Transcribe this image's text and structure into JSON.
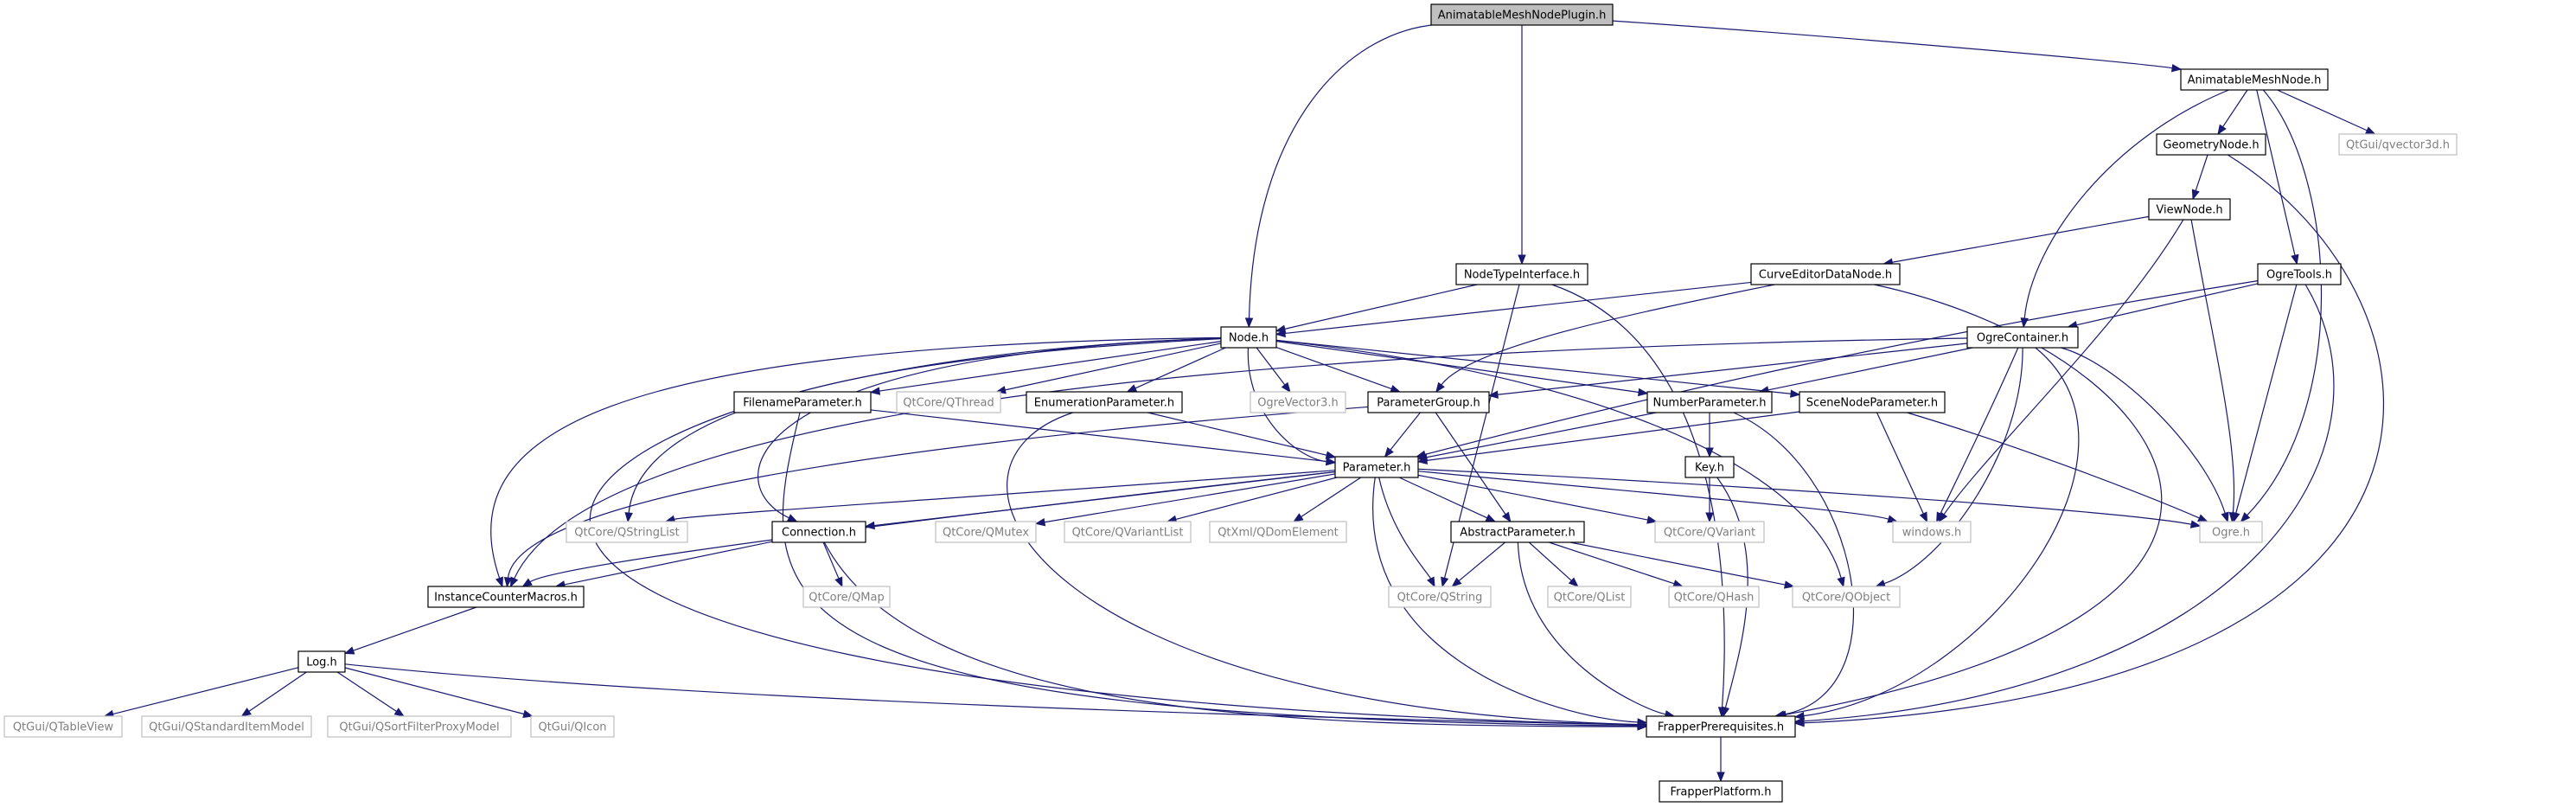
{
  "diagram": {
    "colors": {
      "edge": "#191970",
      "root_fill": "#bfbfbf",
      "node_border": "#000000",
      "external_border": "#bfbfbf",
      "external_text": "#7f7f7f"
    },
    "nodes": [
      {
        "id": "AnimatableMeshNodePlugin.h",
        "label": "AnimatableMeshNodePlugin.h",
        "kind": "root"
      },
      {
        "id": "AnimatableMeshNode.h",
        "label": "AnimatableMeshNode.h",
        "kind": "local"
      },
      {
        "id": "GeometryNode.h",
        "label": "GeometryNode.h",
        "kind": "local"
      },
      {
        "id": "QtGui/qvector3d.h",
        "label": "QtGui/qvector3d.h",
        "kind": "external"
      },
      {
        "id": "ViewNode.h",
        "label": "ViewNode.h",
        "kind": "local"
      },
      {
        "id": "OgreTools.h",
        "label": "OgreTools.h",
        "kind": "local"
      },
      {
        "id": "NodeTypeInterface.h",
        "label": "NodeTypeInterface.h",
        "kind": "local"
      },
      {
        "id": "CurveEditorDataNode.h",
        "label": "CurveEditorDataNode.h",
        "kind": "local"
      },
      {
        "id": "Node.h",
        "label": "Node.h",
        "kind": "local"
      },
      {
        "id": "OgreContainer.h",
        "label": "OgreContainer.h",
        "kind": "local"
      },
      {
        "id": "FilenameParameter.h",
        "label": "FilenameParameter.h",
        "kind": "local"
      },
      {
        "id": "QtCore/QThread",
        "label": "QtCore/QThread",
        "kind": "external"
      },
      {
        "id": "EnumerationParameter.h",
        "label": "EnumerationParameter.h",
        "kind": "local"
      },
      {
        "id": "OgreVector3.h",
        "label": "OgreVector3.h",
        "kind": "external"
      },
      {
        "id": "ParameterGroup.h",
        "label": "ParameterGroup.h",
        "kind": "local"
      },
      {
        "id": "NumberParameter.h",
        "label": "NumberParameter.h",
        "kind": "local"
      },
      {
        "id": "SceneNodeParameter.h",
        "label": "SceneNodeParameter.h",
        "kind": "local"
      },
      {
        "id": "Parameter.h",
        "label": "Parameter.h",
        "kind": "local"
      },
      {
        "id": "Key.h",
        "label": "Key.h",
        "kind": "local"
      },
      {
        "id": "QtCore/QStringList",
        "label": "QtCore/QStringList",
        "kind": "external"
      },
      {
        "id": "Connection.h",
        "label": "Connection.h",
        "kind": "local"
      },
      {
        "id": "QtCore/QMutex",
        "label": "QtCore/QMutex",
        "kind": "external"
      },
      {
        "id": "QtCore/QVariantList",
        "label": "QtCore/QVariantList",
        "kind": "external"
      },
      {
        "id": "QtXml/QDomElement",
        "label": "QtXml/QDomElement",
        "kind": "external"
      },
      {
        "id": "AbstractParameter.h",
        "label": "AbstractParameter.h",
        "kind": "local"
      },
      {
        "id": "QtCore/QVariant",
        "label": "QtCore/QVariant",
        "kind": "external"
      },
      {
        "id": "windows.h",
        "label": "windows.h",
        "kind": "external"
      },
      {
        "id": "Ogre.h",
        "label": "Ogre.h",
        "kind": "external"
      },
      {
        "id": "InstanceCounterMacros.h",
        "label": "InstanceCounterMacros.h",
        "kind": "local"
      },
      {
        "id": "QtCore/QMap",
        "label": "QtCore/QMap",
        "kind": "external"
      },
      {
        "id": "QtCore/QString",
        "label": "QtCore/QString",
        "kind": "external"
      },
      {
        "id": "QtCore/QList",
        "label": "QtCore/QList",
        "kind": "external"
      },
      {
        "id": "QtCore/QHash",
        "label": "QtCore/QHash",
        "kind": "external"
      },
      {
        "id": "QtCore/QObject",
        "label": "QtCore/QObject",
        "kind": "external"
      },
      {
        "id": "Log.h",
        "label": "Log.h",
        "kind": "local"
      },
      {
        "id": "QtGui/QTableView",
        "label": "QtGui/QTableView",
        "kind": "external"
      },
      {
        "id": "QtGui/QStandardItemModel",
        "label": "QtGui/QStandardItemModel",
        "kind": "external"
      },
      {
        "id": "QtGui/QSortFilterProxyModel",
        "label": "QtGui/QSortFilterProxyModel",
        "kind": "external"
      },
      {
        "id": "QtGui/QIcon",
        "label": "QtGui/QIcon",
        "kind": "external"
      },
      {
        "id": "FrapperPrerequisites.h",
        "label": "FrapperPrerequisites.h",
        "kind": "local"
      },
      {
        "id": "FrapperPlatform.h",
        "label": "FrapperPlatform.h",
        "kind": "local"
      }
    ],
    "edges": [
      [
        "AnimatableMeshNodePlugin.h",
        "Node.h"
      ],
      [
        "AnimatableMeshNodePlugin.h",
        "NodeTypeInterface.h"
      ],
      [
        "AnimatableMeshNodePlugin.h",
        "AnimatableMeshNode.h"
      ],
      [
        "AnimatableMeshNode.h",
        "GeometryNode.h"
      ],
      [
        "AnimatableMeshNode.h",
        "QtGui/qvector3d.h"
      ],
      [
        "AnimatableMeshNode.h",
        "OgreTools.h"
      ],
      [
        "AnimatableMeshNode.h",
        "OgreContainer.h"
      ],
      [
        "AnimatableMeshNode.h",
        "Ogre.h"
      ],
      [
        "GeometryNode.h",
        "ViewNode.h"
      ],
      [
        "GeometryNode.h",
        "FrapperPrerequisites.h"
      ],
      [
        "ViewNode.h",
        "CurveEditorDataNode.h"
      ],
      [
        "ViewNode.h",
        "windows.h"
      ],
      [
        "ViewNode.h",
        "Ogre.h"
      ],
      [
        "OgreTools.h",
        "OgreContainer.h"
      ],
      [
        "OgreTools.h",
        "Parameter.h"
      ],
      [
        "OgreTools.h",
        "Ogre.h"
      ],
      [
        "OgreTools.h",
        "FrapperPrerequisites.h"
      ],
      [
        "NodeTypeInterface.h",
        "Node.h"
      ],
      [
        "NodeTypeInterface.h",
        "QtCore/QString"
      ],
      [
        "NodeTypeInterface.h",
        "FrapperPrerequisites.h"
      ],
      [
        "CurveEditorDataNode.h",
        "Node.h"
      ],
      [
        "CurveEditorDataNode.h",
        "ParameterGroup.h"
      ],
      [
        "CurveEditorDataNode.h",
        "FrapperPrerequisites.h"
      ],
      [
        "OgreContainer.h",
        "InstanceCounterMacros.h"
      ],
      [
        "OgreContainer.h",
        "ParameterGroup.h"
      ],
      [
        "OgreContainer.h",
        "NumberParameter.h"
      ],
      [
        "OgreContainer.h",
        "windows.h"
      ],
      [
        "OgreContainer.h",
        "QtCore/QObject"
      ],
      [
        "OgreContainer.h",
        "Ogre.h"
      ],
      [
        "OgreContainer.h",
        "FrapperPrerequisites.h"
      ],
      [
        "Node.h",
        "FilenameParameter.h"
      ],
      [
        "Node.h",
        "QtCore/QThread"
      ],
      [
        "Node.h",
        "EnumerationParameter.h"
      ],
      [
        "Node.h",
        "OgreVector3.h"
      ],
      [
        "Node.h",
        "ParameterGroup.h"
      ],
      [
        "Node.h",
        "NumberParameter.h"
      ],
      [
        "Node.h",
        "SceneNodeParameter.h"
      ],
      [
        "Node.h",
        "Parameter.h"
      ],
      [
        "Node.h",
        "QtCore/QStringList"
      ],
      [
        "Node.h",
        "Connection.h"
      ],
      [
        "Node.h",
        "InstanceCounterMacros.h"
      ],
      [
        "Node.h",
        "QtCore/QObject"
      ],
      [
        "Node.h",
        "FrapperPrerequisites.h"
      ],
      [
        "FilenameParameter.h",
        "Parameter.h"
      ],
      [
        "FilenameParameter.h",
        "FrapperPrerequisites.h"
      ],
      [
        "EnumerationParameter.h",
        "Parameter.h"
      ],
      [
        "EnumerationParameter.h",
        "FrapperPrerequisites.h"
      ],
      [
        "ParameterGroup.h",
        "Parameter.h"
      ],
      [
        "ParameterGroup.h",
        "AbstractParameter.h"
      ],
      [
        "ParameterGroup.h",
        "InstanceCounterMacros.h"
      ],
      [
        "NumberParameter.h",
        "Parameter.h"
      ],
      [
        "NumberParameter.h",
        "Key.h"
      ],
      [
        "NumberParameter.h",
        "FrapperPrerequisites.h"
      ],
      [
        "SceneNodeParameter.h",
        "Parameter.h"
      ],
      [
        "SceneNodeParameter.h",
        "windows.h"
      ],
      [
        "SceneNodeParameter.h",
        "Ogre.h"
      ],
      [
        "Key.h",
        "QtCore/QVariant"
      ],
      [
        "Key.h",
        "FrapperPrerequisites.h"
      ],
      [
        "Parameter.h",
        "QtCore/QStringList"
      ],
      [
        "Parameter.h",
        "Connection.h"
      ],
      [
        "Parameter.h",
        "QtCore/QMutex"
      ],
      [
        "Parameter.h",
        "QtCore/QVariantList"
      ],
      [
        "Parameter.h",
        "QtXml/QDomElement"
      ],
      [
        "Parameter.h",
        "AbstractParameter.h"
      ],
      [
        "Parameter.h",
        "QtCore/QVariant"
      ],
      [
        "Parameter.h",
        "windows.h"
      ],
      [
        "Parameter.h",
        "Ogre.h"
      ],
      [
        "Parameter.h",
        "QtCore/QString"
      ],
      [
        "Parameter.h",
        "InstanceCounterMacros.h"
      ],
      [
        "Parameter.h",
        "FrapperPrerequisites.h"
      ],
      [
        "Connection.h",
        "InstanceCounterMacros.h"
      ],
      [
        "Connection.h",
        "QtCore/QMap"
      ],
      [
        "Connection.h",
        "FrapperPrerequisites.h"
      ],
      [
        "AbstractParameter.h",
        "QtCore/QString"
      ],
      [
        "AbstractParameter.h",
        "QtCore/QList"
      ],
      [
        "AbstractParameter.h",
        "QtCore/QHash"
      ],
      [
        "AbstractParameter.h",
        "QtCore/QObject"
      ],
      [
        "AbstractParameter.h",
        "FrapperPrerequisites.h"
      ],
      [
        "InstanceCounterMacros.h",
        "Log.h"
      ],
      [
        "Log.h",
        "QtGui/QTableView"
      ],
      [
        "Log.h",
        "QtGui/QStandardItemModel"
      ],
      [
        "Log.h",
        "QtGui/QSortFilterProxyModel"
      ],
      [
        "Log.h",
        "QtGui/QIcon"
      ],
      [
        "Log.h",
        "FrapperPrerequisites.h"
      ],
      [
        "FrapperPrerequisites.h",
        "FrapperPlatform.h"
      ]
    ]
  }
}
